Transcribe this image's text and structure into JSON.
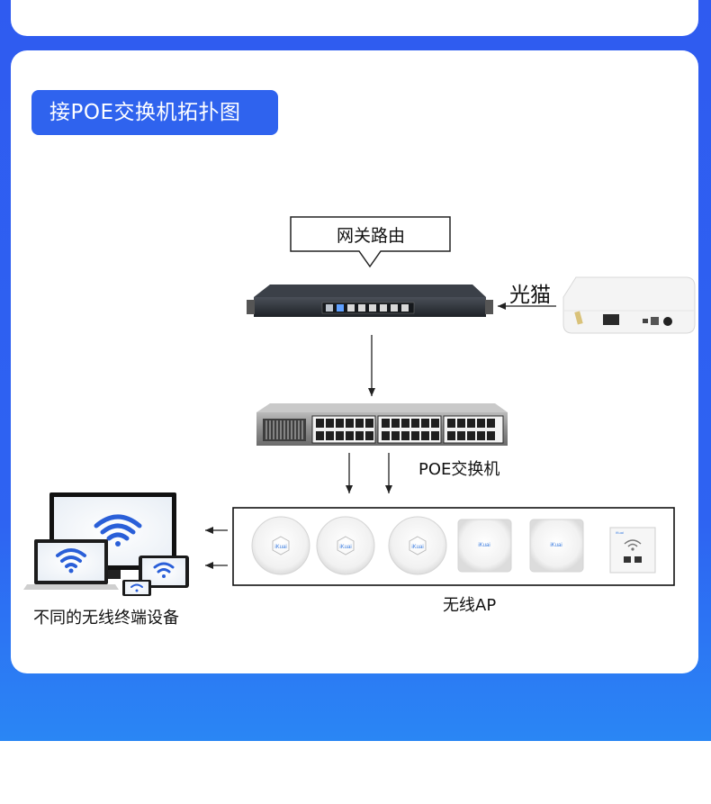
{
  "header": {
    "title": "接POE交换机拓扑图"
  },
  "diagram": {
    "gateway_router": "网关路由",
    "optical_modem": "光猫",
    "poe_switch": "POE交换机",
    "wireless_ap": "无线AP",
    "terminal_devices": "不同的无线终端设备"
  },
  "colors": {
    "brand_blue": "#2f63ee",
    "card_bg": "#ffffff",
    "text": "#111111"
  }
}
